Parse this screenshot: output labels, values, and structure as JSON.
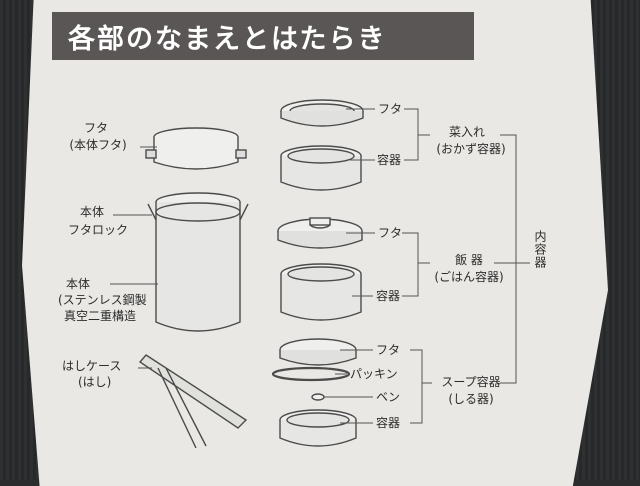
{
  "title": "各部のなまえとはたらき",
  "left": {
    "lid_label": "フタ",
    "lid_sub": "(本体フタ)",
    "body_label": "本体",
    "lock_label": "フタロック",
    "body2_label": "本体",
    "body2_sub1": "(ステンレス鋼製",
    "body2_sub2": "真空二重構造",
    "chopcase_label": "はしケース",
    "chopcase_sub": "(はし)"
  },
  "right": {
    "lid1": "フタ",
    "container1": "容器",
    "group1_title": "菜入れ",
    "group1_sub": "(おかず容器)",
    "lid2": "フタ",
    "container2": "容器",
    "group2_title": "飯 器",
    "group2_sub": "(ごはん容器)",
    "lid3": "フタ",
    "packing": "パッキン",
    "valve": "ベン",
    "container3": "容器",
    "group3_title": "スープ容器",
    "group3_sub": "(しる器)",
    "inner": "内容器"
  }
}
